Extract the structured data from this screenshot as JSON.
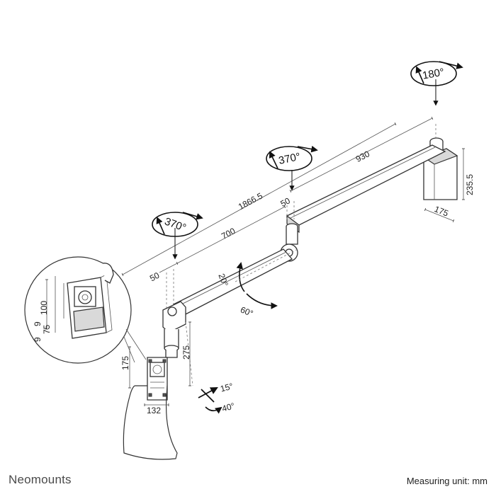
{
  "brand": "Neomounts",
  "measuring_unit": "Measuring unit: mm",
  "rotations": {
    "wall": "180°",
    "middle": "370°",
    "front": "370°"
  },
  "dimensions": {
    "total_length": "1866.5",
    "arm_long": "930",
    "arm_short": "700",
    "offset_top": "50",
    "offset_bottom": "50",
    "wall_plate_height": "235.5",
    "wall_plate_depth": "175",
    "drop_height": "275",
    "head_height": "175",
    "head_width": "132",
    "detail_a": "100",
    "detail_b": "75",
    "detail_c": "9",
    "detail_d": "9"
  },
  "angles": {
    "arm_up": "20°",
    "arm_down": "60°",
    "tilt_up": "15°",
    "tilt_down": "40°"
  }
}
